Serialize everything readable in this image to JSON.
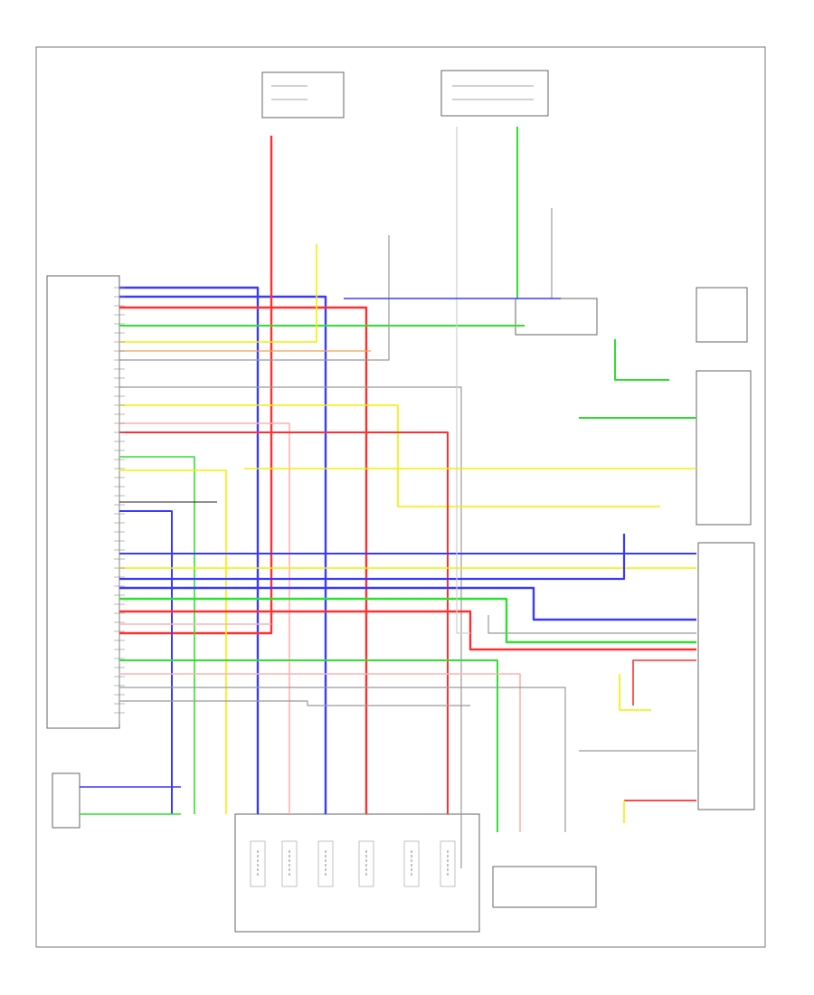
{
  "diagram": {
    "footer_code": "",
    "wire_colors": {
      "red": "#ff3030",
      "blue": "#3a3aff",
      "green": "#30e030",
      "yellow": "#f0f000",
      "pink": "#ffb0b0",
      "orange": "#f0a050",
      "gray": "#999999",
      "black": "#202020",
      "white_line": "#cfcfcf"
    },
    "components": [
      {
        "id": "tcm",
        "label": ""
      },
      {
        "id": "transmission-solenoids",
        "label": ""
      },
      {
        "id": "range-switch",
        "label": ""
      },
      {
        "id": "speed-sensor",
        "label": ""
      },
      {
        "id": "fuse-box",
        "label": ""
      }
    ]
  }
}
